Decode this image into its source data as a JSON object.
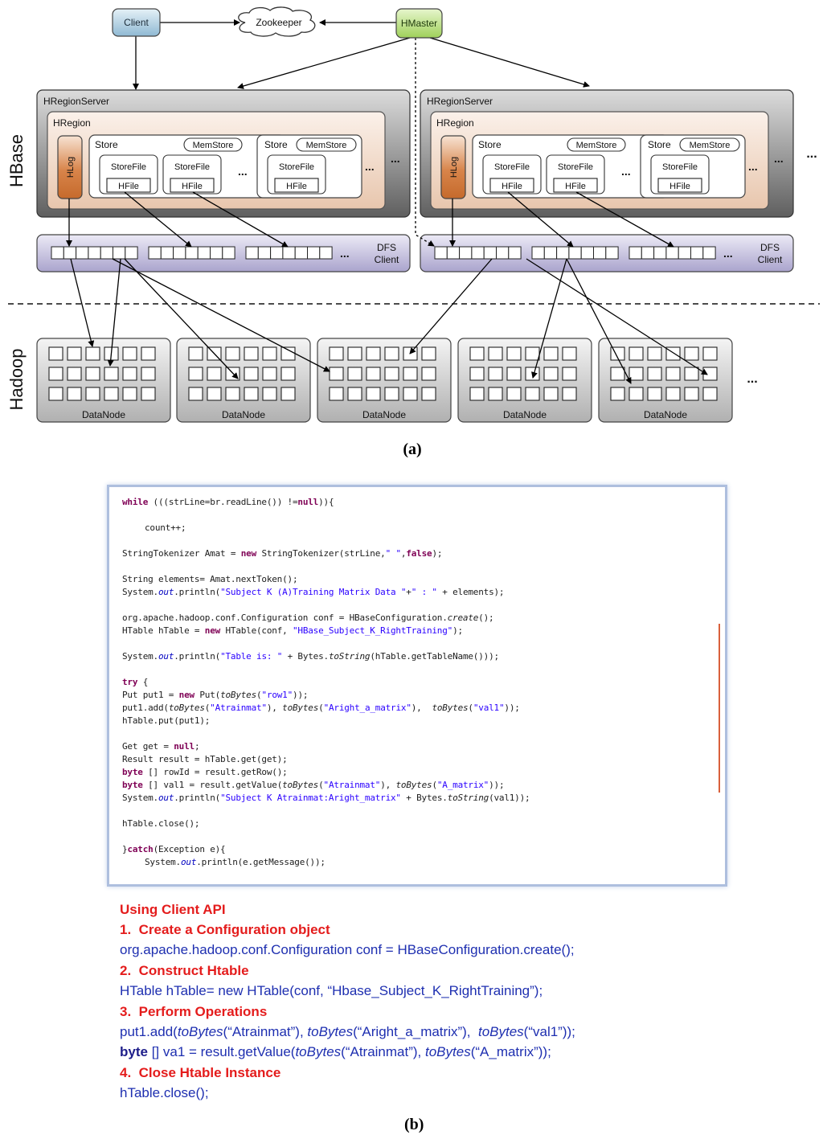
{
  "diagram": {
    "client": "Client",
    "zookeeper": "Zookeeper",
    "hmaster": "HMaster",
    "hbase_label": "HBase",
    "hadoop_label": "Hadoop",
    "region_server": "HRegionServer",
    "hregion": "HRegion",
    "hlog": "HLog",
    "store": "Store",
    "memstore": "MemStore",
    "storefile": "StoreFile",
    "hfile": "HFile",
    "dfs_client_1": "DFS",
    "dfs_client_2": "Client",
    "datanode": "DataNode",
    "ellipsis": "..."
  },
  "caption_a": "(a)",
  "caption_b": "(b)",
  "code_lines": [
    "while (((strLine=br.readLine()) !=null)){",
    "count++;",
    "StringTokenizer Amat = new StringTokenizer(strLine,\" \",false);",
    "String elements= Amat.nextToken();",
    "System.out.println(\"Subject K (A)Training Matrix Data \"+\" : \" + elements);",
    "org.apache.hadoop.conf.Configuration conf = HBaseConfiguration.create();",
    "HTable hTable = new HTable(conf, \"HBase_Subject_K_RightTraining\");",
    "System.out.println(\"Table is: \" + Bytes.toString(hTable.getTableName()));",
    "try {",
    "Put put1 = new Put(toBytes(\"row1\"));",
    "put1.add(toBytes(\"Atrainmat\"), toBytes(\"Aright_a_matrix\"),  toBytes(\"val1\"));",
    "hTable.put(put1);",
    "Get get = null;",
    "Result result = hTable.get(get);",
    "byte [] rowId = result.getRow();",
    "byte [] val1 = result.getValue(toBytes(\"Atrainmat\"), toBytes(\"A_matrix\"));",
    "System.out.println(\"Subject K Atrainmat:Aright_matrix\" + Bytes.toString(val1));",
    "hTable.close();",
    "}catch(Exception e){",
    "System.out.println(e.getMessage());"
  ],
  "explanation": {
    "heading": "Using Client API",
    "step1": "1.  Create a Configuration object",
    "line1": "org.apache.hadoop.conf.Configuration conf = HBaseConfiguration.create();",
    "step2": "2.  Construct Htable",
    "line2": "HTable hTable= new HTable(conf, “Hbase_Subject_K_RightTraining”);",
    "step3": "3.  Perform Operations",
    "line3": "put1.add(toBytes(“Atrainmat”), toBytes(“Aright_a_matrix”),  toBytes(“val1”));",
    "line4": "byte [] va1 = result.getValue(toBytes(“Atrainmat”), toBytes(“A_matrix”));",
    "step4": "4.  Close Htable Instance",
    "line5": "hTable.close();"
  }
}
